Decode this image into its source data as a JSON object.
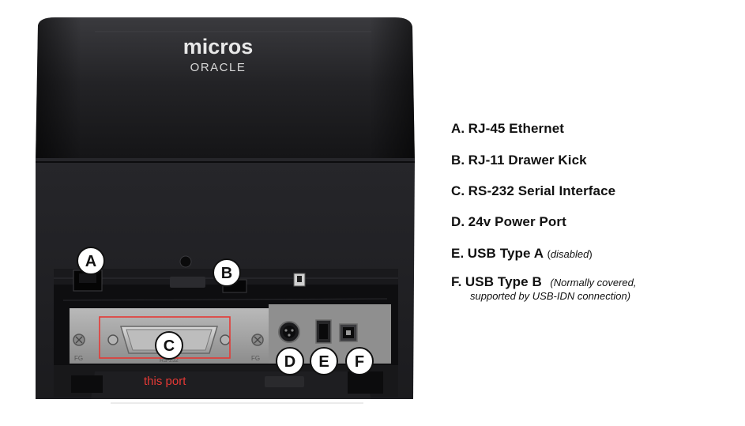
{
  "photo": {
    "brand": {
      "logo_line1": "micros",
      "logo_line2": "ORACLE"
    },
    "callouts": [
      "A",
      "B",
      "C",
      "D",
      "E",
      "F"
    ],
    "panel_marks": {
      "left": "FG",
      "right": "FG",
      "serial": "RS-232"
    },
    "highlight": {
      "annotation": "this port",
      "color": "#e53935"
    }
  },
  "legend": {
    "items": [
      {
        "letter": "A.",
        "name": "RJ-45 Ethernet"
      },
      {
        "letter": "B.",
        "name": "RJ-11 Drawer Kick"
      },
      {
        "letter": "C.",
        "name": "RS-232 Serial Interface"
      },
      {
        "letter": "D.",
        "name": "24v Power Port"
      },
      {
        "letter": "E.",
        "name": "USB Type A",
        "note": "disabled"
      },
      {
        "letter": "F.",
        "name": "USB Type B",
        "note": "(Normally covered,",
        "note2": "supported by USB-IDN connection)"
      }
    ]
  }
}
